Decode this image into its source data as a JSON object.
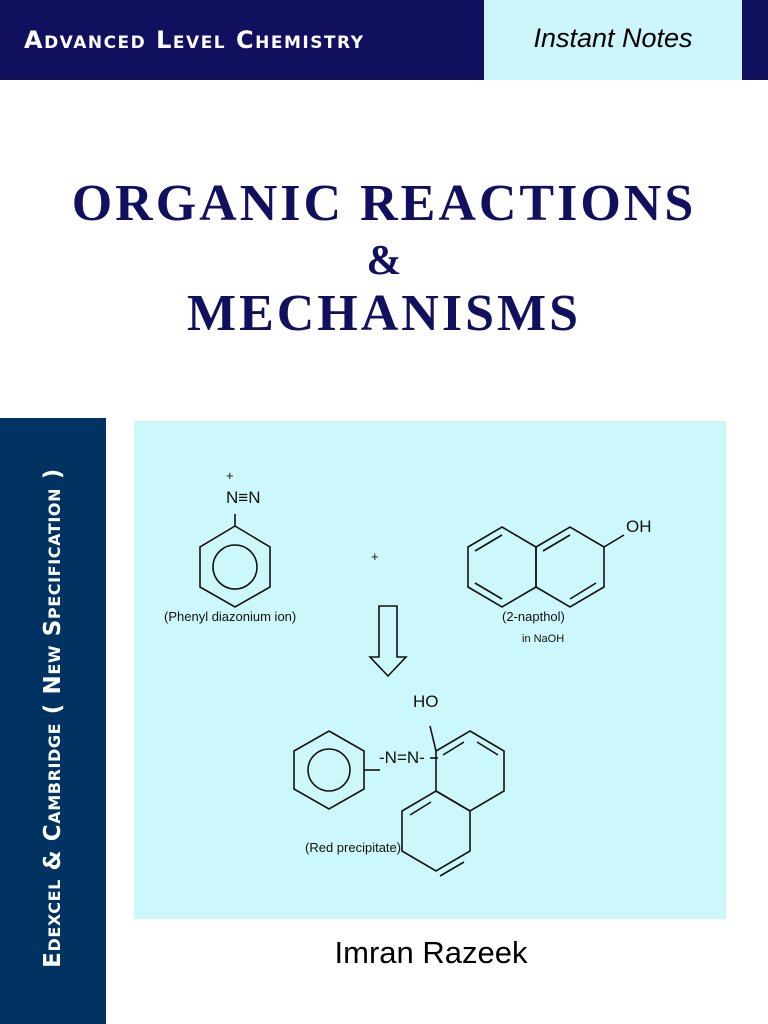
{
  "header": {
    "series": "Advanced Level Chemistry",
    "badge": "Instant Notes"
  },
  "title": {
    "line1": "ORGANIC REACTIONS",
    "line2": "&",
    "line3": "MECHANISMS"
  },
  "side_label": "Edexcel & Cambridge  ( New Specification )",
  "reaction": {
    "plus_charge": "+",
    "diazo_group": "N≡N",
    "phenyl_label": "(Phenyl diazonium ion)",
    "plus_sign": "+",
    "oh_group": "OH",
    "naphthol_label": "(2-napthol)",
    "naphthol_condition": "in NaOH",
    "product_ho": "HO",
    "product_link": "-N=N-",
    "product_label": "(Red precipitate)"
  },
  "author": "Imran Razeek",
  "colors": {
    "navy": "#11105f",
    "side_band": "#003362",
    "light_cyan": "#ccf8fb",
    "title_text": "#11105f"
  },
  "icons": {
    "arrow": "down-arrow-icon",
    "benzene": "benzene-ring-icon",
    "naphthalene": "naphthalene-ring-icon"
  }
}
